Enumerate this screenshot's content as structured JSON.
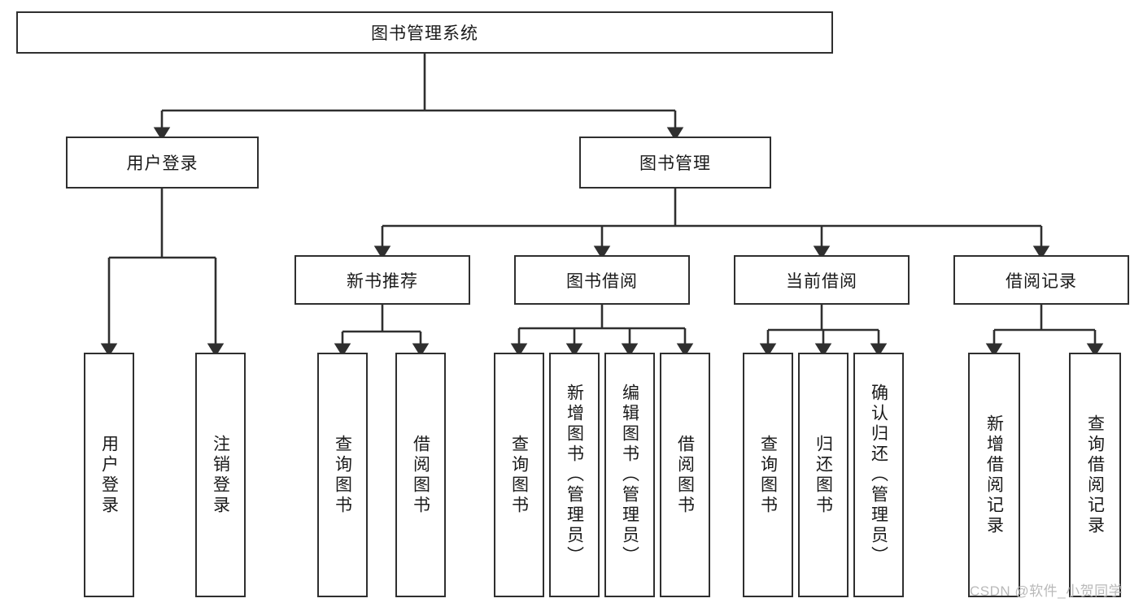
{
  "diagram": {
    "title": "图书管理系统",
    "type": "hierarchy-flowchart",
    "root": {
      "label": "图书管理系统"
    },
    "level1": [
      {
        "label": "用户登录"
      },
      {
        "label": "图书管理"
      }
    ],
    "level2": [
      {
        "label": "新书推荐"
      },
      {
        "label": "图书借阅"
      },
      {
        "label": "当前借阅"
      },
      {
        "label": "借阅记录"
      }
    ],
    "leaves": [
      {
        "label": "用户登录",
        "parent": "用户登录"
      },
      {
        "label": "注销登录",
        "parent": "用户登录"
      },
      {
        "label": "查询图书",
        "parent": "新书推荐"
      },
      {
        "label": "借阅图书",
        "parent": "新书推荐"
      },
      {
        "label": "查询图书",
        "parent": "图书借阅"
      },
      {
        "label": "新增图书（管理员）",
        "parent": "图书借阅"
      },
      {
        "label": "编辑图书（管理员）",
        "parent": "图书借阅"
      },
      {
        "label": "借阅图书",
        "parent": "图书借阅"
      },
      {
        "label": "查询图书",
        "parent": "当前借阅"
      },
      {
        "label": "归还图书",
        "parent": "当前借阅"
      },
      {
        "label": "确认归还（管理员）",
        "parent": "当前借阅"
      },
      {
        "label": "新增借阅记录",
        "parent": "借阅记录"
      },
      {
        "label": "查询借阅记录",
        "parent": "借阅记录"
      }
    ]
  },
  "watermark": {
    "text": "CSDN @软件_小贺同学"
  },
  "colors": {
    "stroke": "#2f2f2f",
    "fill": "#ffffff",
    "text": "#1a1a1a",
    "watermark": "#b9b9b9"
  }
}
